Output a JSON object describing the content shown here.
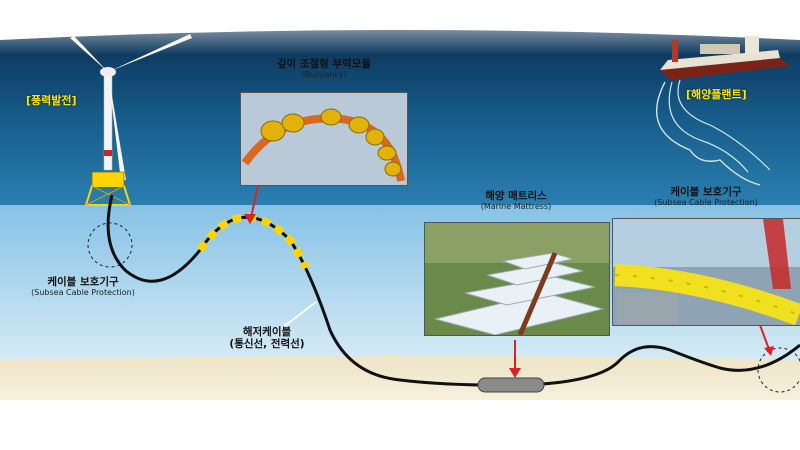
{
  "labels": {
    "wind_power": "[풍력발전]",
    "offshore_plant": "[해양플랜트]",
    "buoyancy_module": "깊이 조절형 부력모듈",
    "buoyancy_en": "(Buoyancy)",
    "marine_mattress": "해양 매트리스",
    "marine_mattress_en": "(Marine Mattress)",
    "cable_protection_right": "케이블 보호기구",
    "cable_protection_right_en": "(Subsea Cable Protection)",
    "cable_protection_left": "케이블 보호기구",
    "cable_protection_left_en": "(Subsea Cable Protection)",
    "subsea_cable": "해저케이블",
    "subsea_cable_sub": "(통신선, 전력선)"
  },
  "colors": {
    "sea_top": "#0a3b63",
    "sea_mid": "#1f6f9d",
    "underwater": "#9fd1ef",
    "seabed": "#e9dfc0",
    "accent_label": "#ffe600",
    "arrow": "#e02020",
    "cable": "#111111",
    "buoy": "#ffd400"
  }
}
